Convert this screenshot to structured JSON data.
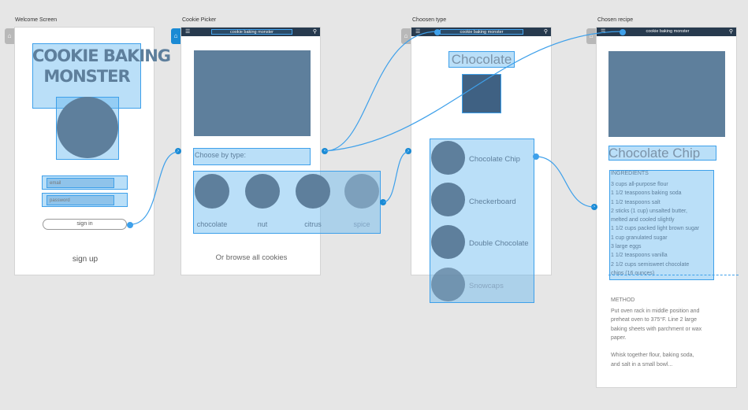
{
  "artboards": {
    "welcome": "Welcome Screen",
    "picker": "Cookie Picker",
    "type": "Choosen type",
    "recipe": "Chosen recipe"
  },
  "nav": {
    "title": "cookie baking monster",
    "menu_icon": "hamburger-icon",
    "search_icon": "search-icon"
  },
  "welcome": {
    "title_line1": "COOKIE BAKING",
    "title_line2": "MONSTER",
    "email_placeholder": "email",
    "password_placeholder": "password",
    "signin": "sign in",
    "signup": "sign up"
  },
  "picker": {
    "choose_label": "Choose by type:",
    "types": [
      "chocolate",
      "nut",
      "citrus",
      "spice"
    ],
    "browse": "Or browse all cookies"
  },
  "type": {
    "heading": "Chocolate",
    "items": [
      "Chocolate Chip",
      "Checkerboard",
      "Double Chocolate",
      "Snowcaps"
    ]
  },
  "recipe": {
    "heading": "Chocolate Chip",
    "ingredients_title": "INGREDIENTS",
    "ingredients": [
      "3 cups all-purpose flour",
      "1 1/2 teaspoons baking soda",
      "1 1/2 teaspoons salt",
      "2 sticks (1 cup) unsalted butter,",
      "melted and cooled slightly",
      "1 1/2 cups packed light brown sugar",
      "1 cup granulated sugar",
      "3 large eggs",
      "1 1/2 teaspoons vanilla",
      "2 1/2 cups semisweet chocolate",
      "chips (16 ounces)"
    ],
    "method_title": "METHOD",
    "method_lines": [
      "Put oven rack in middle position and",
      "preheat oven to 375°F. Line 2 large",
      "baking sheets with parchment or wax",
      "paper.",
      "",
      "Whisk together flour, baking soda,",
      "and salt in a small bowl..."
    ]
  },
  "colors": {
    "accent": "#3ea0ea",
    "placeholder": "#5e7f9c",
    "navbar": "#273a4e",
    "highlight": "#67b7f0"
  }
}
